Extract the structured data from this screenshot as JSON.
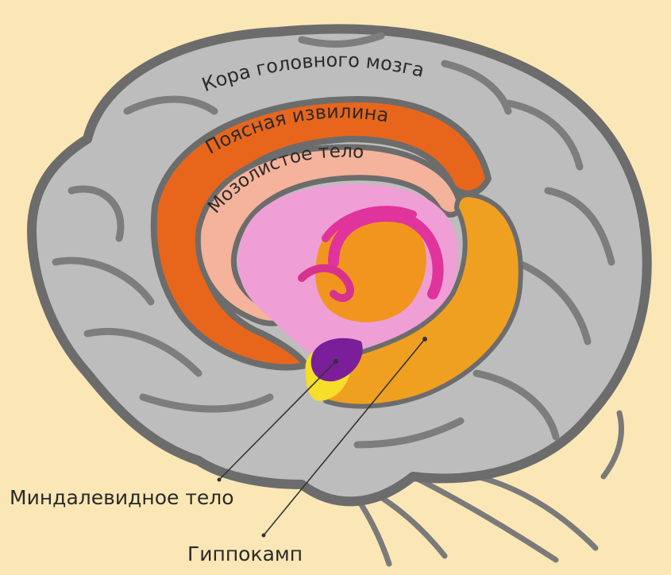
{
  "labels": {
    "cortex": "Кора головного мозга",
    "cingulate_gyrus": "Поясная извилина",
    "corpus_callosum": "Мозолистое тело",
    "amygdala": "Миндалевидное тело",
    "hippocampus": "Гиппокамп"
  },
  "colors": {
    "background": "#fbe7b5",
    "cortex": "#b9b9b9",
    "cortex_outline": "#6f6f6f",
    "cingulate_gyrus": "#e8661c",
    "corpus_callosum": "#f4b39a",
    "inner_region": "#ec9fd8",
    "fornix": "#e0339c",
    "thalamus": "#f2951f",
    "hippocampus": "#f0a020",
    "amygdala": "#7a1f99",
    "highlight_yellow": "#f6de2a"
  }
}
